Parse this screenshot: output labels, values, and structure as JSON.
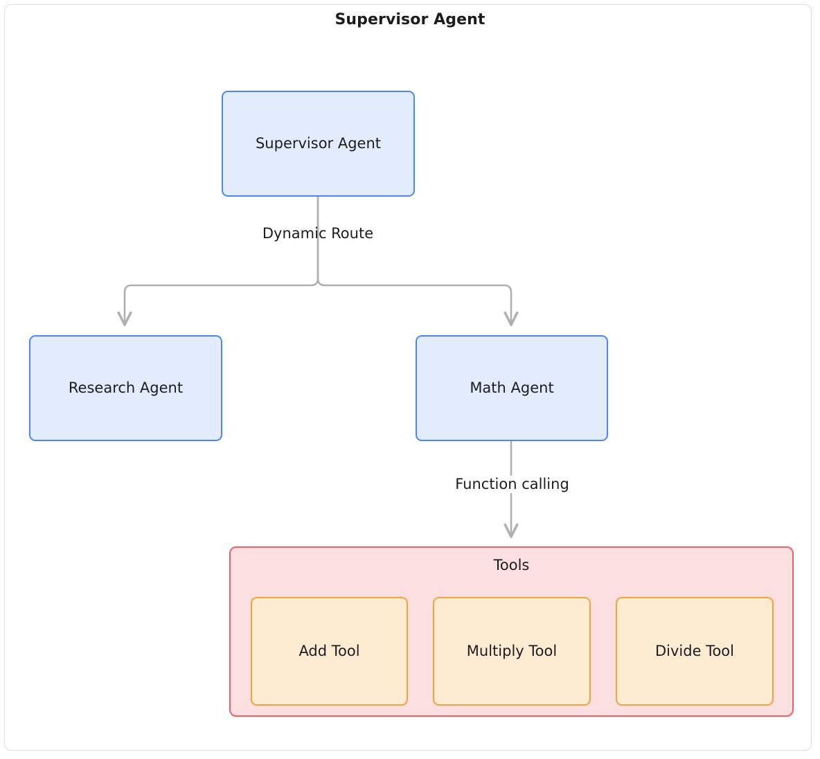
{
  "diagram": {
    "title": "Supervisor Agent",
    "type": "flowchart",
    "direction": "top-down",
    "colors": {
      "agent_border": "#4a86f7",
      "agent_fill": "#e3ecfd",
      "tool_border": "#f2a33c",
      "tool_fill": "#fdebd2",
      "cluster_border": "#ef5f68",
      "cluster_fill": "#fcdfe0",
      "edge": "#b0b0b0",
      "frame_border": "#dcdde1",
      "text": "#1c1c1e",
      "background": "#ffffff"
    }
  },
  "nodes": {
    "supervisor": {
      "label": "Supervisor Agent",
      "kind": "agent"
    },
    "research": {
      "label": "Research Agent",
      "kind": "agent"
    },
    "math": {
      "label": "Math Agent",
      "kind": "agent"
    },
    "add_tool": {
      "label": "Add Tool",
      "kind": "tool"
    },
    "multiply_tool": {
      "label": "Multiply Tool",
      "kind": "tool"
    },
    "divide_tool": {
      "label": "Divide Tool",
      "kind": "tool"
    }
  },
  "clusters": {
    "tools": {
      "label": "Tools"
    }
  },
  "edges": [
    {
      "from": "supervisor",
      "to": "research",
      "label": "Dynamic Route",
      "arrow": "open"
    },
    {
      "from": "supervisor",
      "to": "math",
      "label": "Dynamic Route",
      "arrow": "open"
    },
    {
      "from": "math",
      "to": "tools",
      "label": "Function calling",
      "arrow": "open"
    }
  ],
  "edge_labels": {
    "dynamic_route": "Dynamic Route",
    "function_calling": "Function calling"
  }
}
